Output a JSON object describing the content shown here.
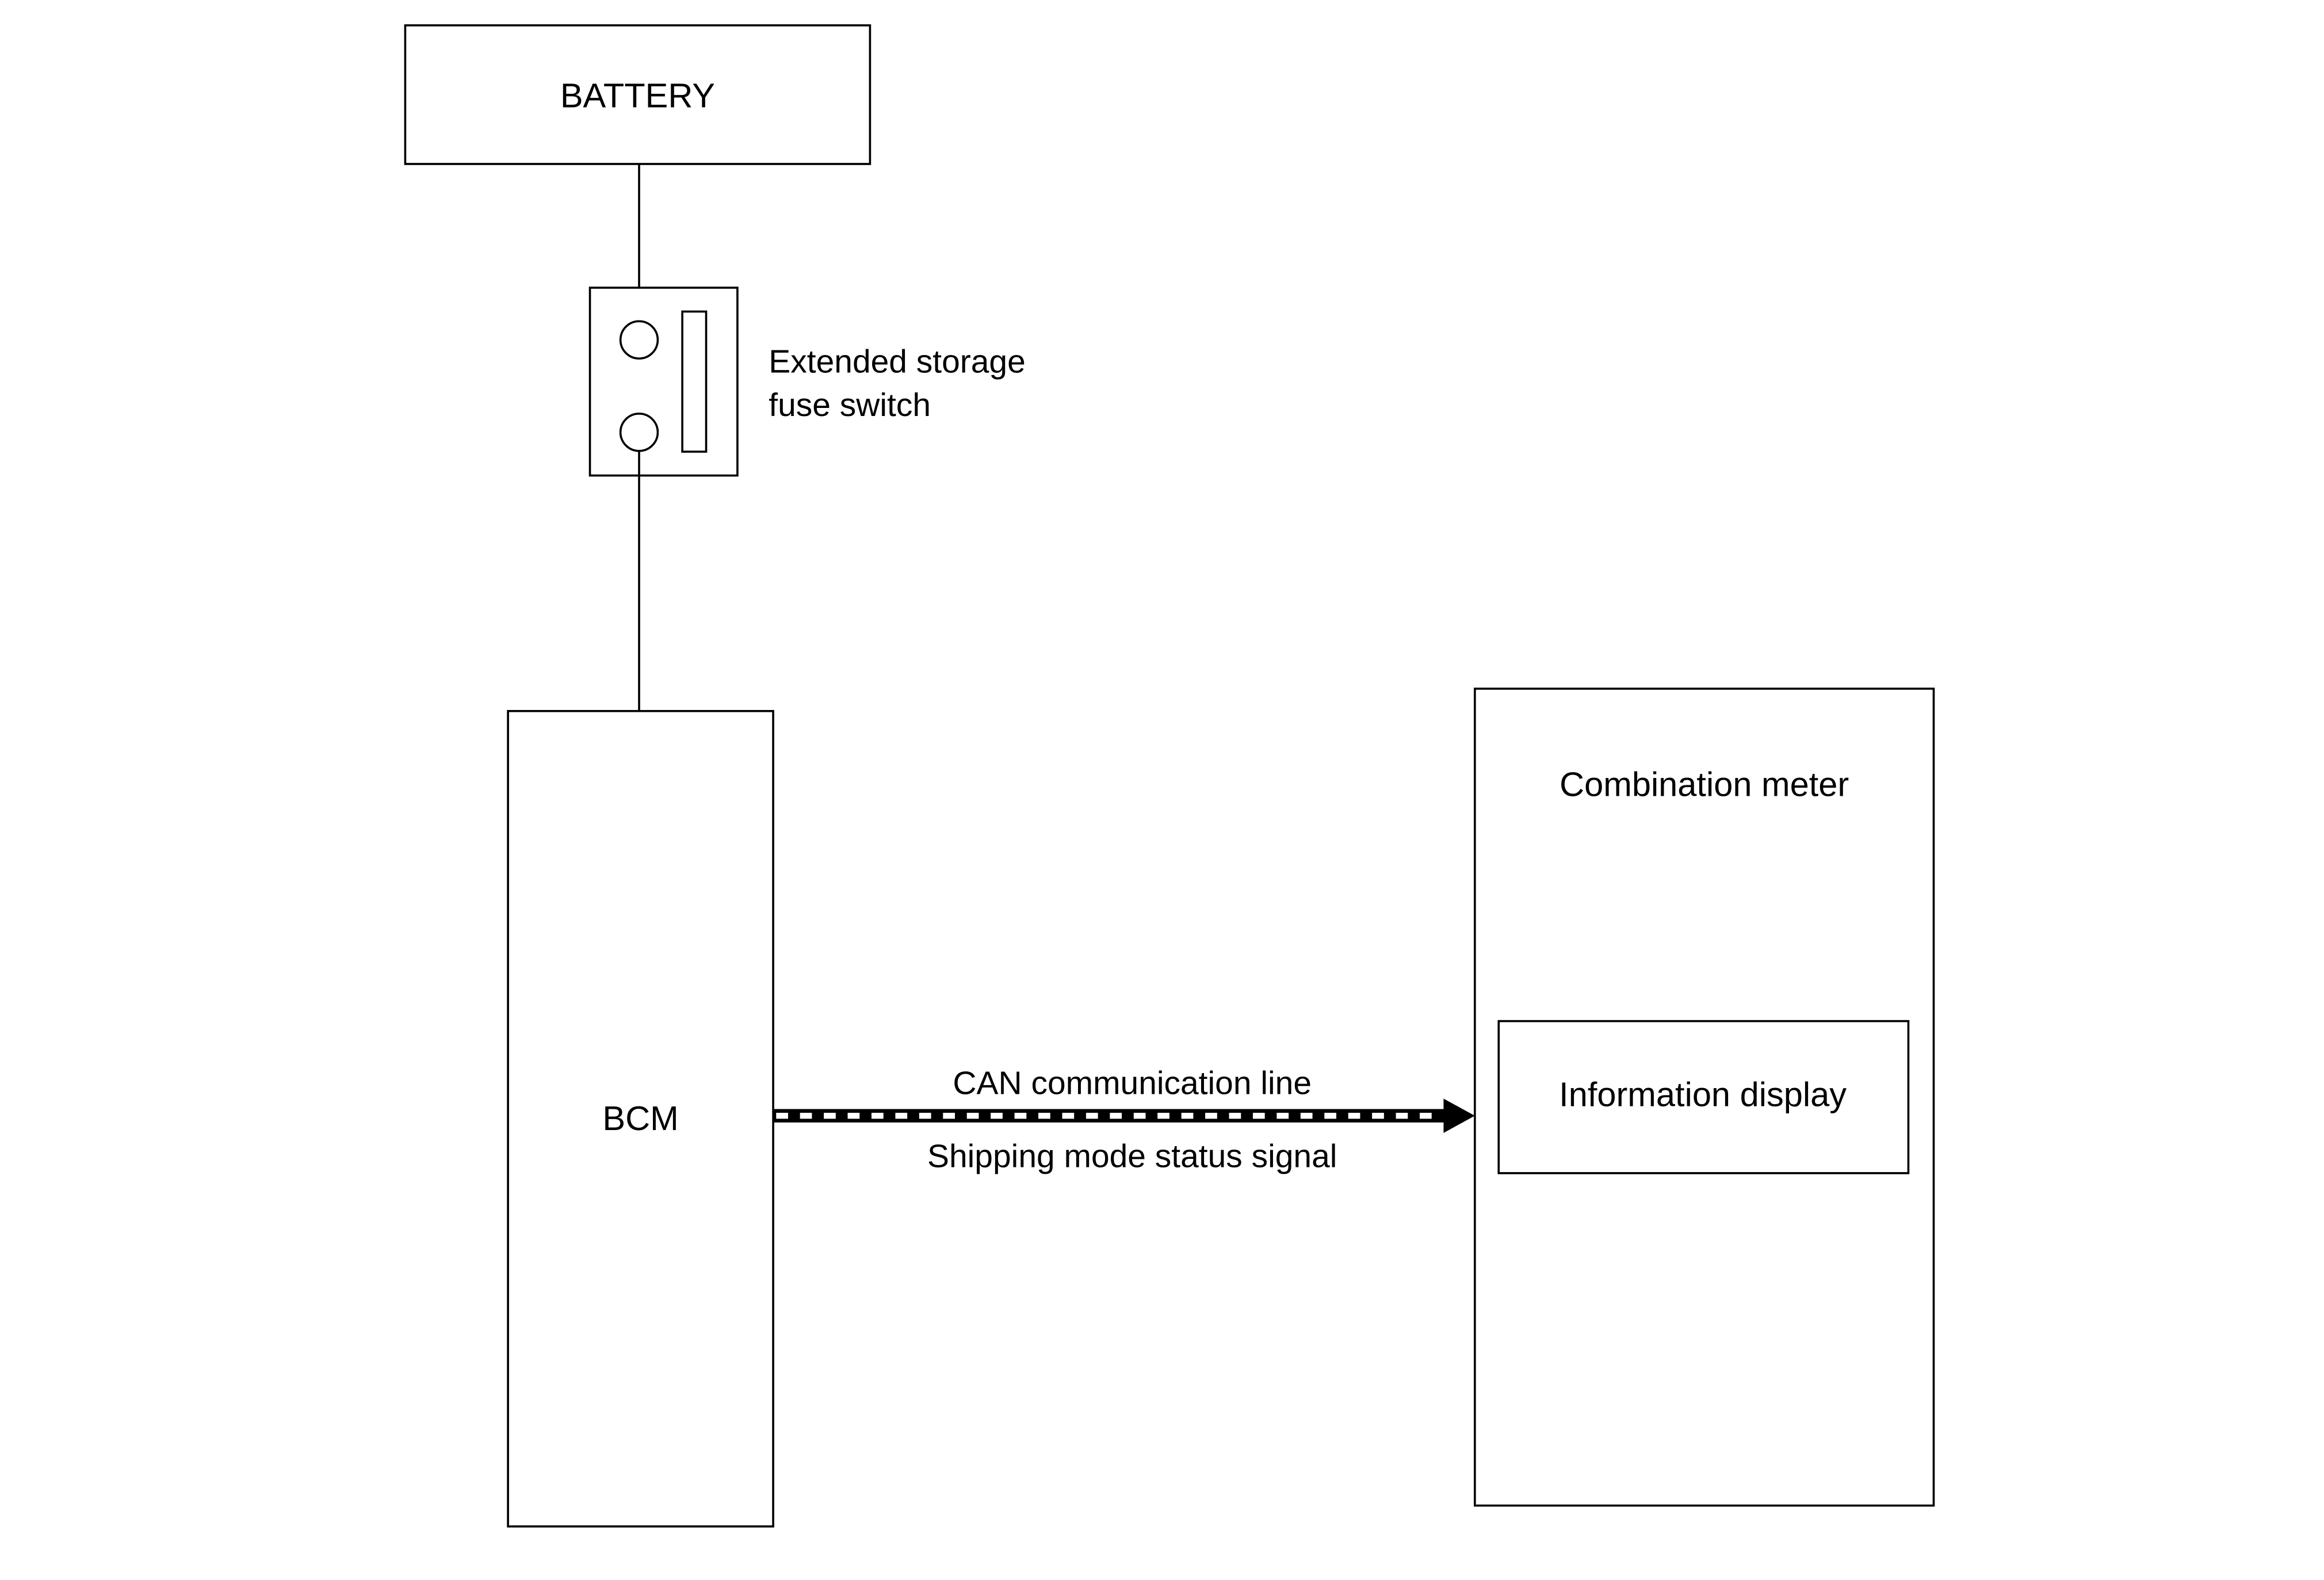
{
  "diagram": {
    "battery_label": "BATTERY",
    "fuse_switch_label": [
      "Extended storage",
      "fuse switch"
    ],
    "bcm_label": "BCM",
    "combination_meter_label": "Combination meter",
    "information_display_label": "Information display",
    "can_line_label": "CAN communication line",
    "signal_label": "Shipping mode status signal"
  }
}
